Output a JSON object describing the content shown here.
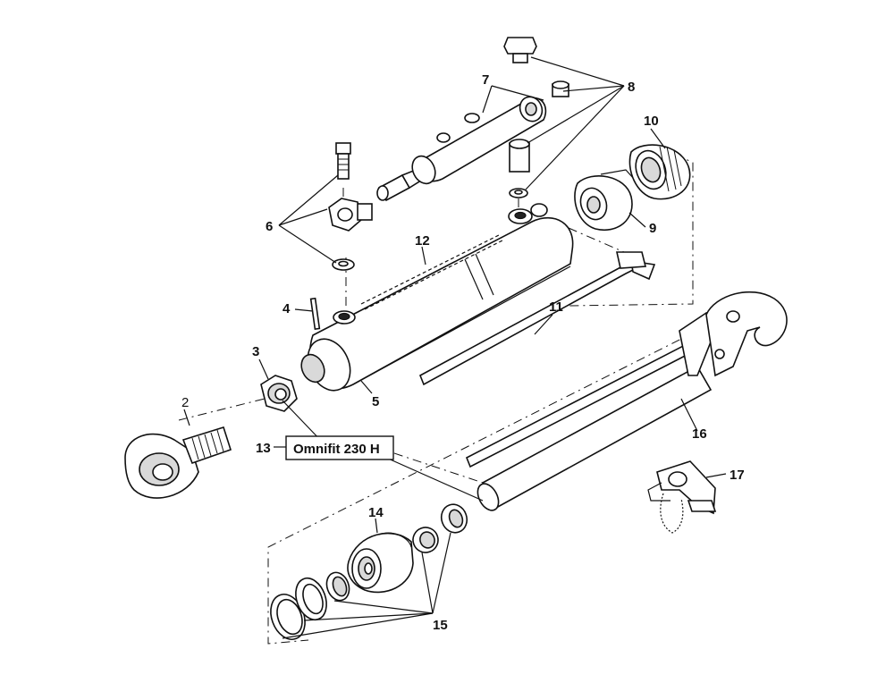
{
  "diagram": {
    "callouts": [
      {
        "id": "1",
        "label": "2"
      },
      {
        "id": "2",
        "label": "3"
      },
      {
        "id": "3",
        "label": "4"
      },
      {
        "id": "4",
        "label": "5"
      },
      {
        "id": "5",
        "label": "6"
      },
      {
        "id": "6",
        "label": "7"
      },
      {
        "id": "7",
        "label": "8"
      },
      {
        "id": "8",
        "label": "9"
      },
      {
        "id": "9",
        "label": "10"
      },
      {
        "id": "10",
        "label": "11"
      },
      {
        "id": "11",
        "label": "12"
      },
      {
        "id": "12",
        "label": "13"
      },
      {
        "id": "13",
        "label": "14"
      },
      {
        "id": "14",
        "label": "15"
      },
      {
        "id": "15",
        "label": "16"
      },
      {
        "id": "16",
        "label": "17"
      }
    ],
    "model_box": "Omnifit 230 H"
  }
}
